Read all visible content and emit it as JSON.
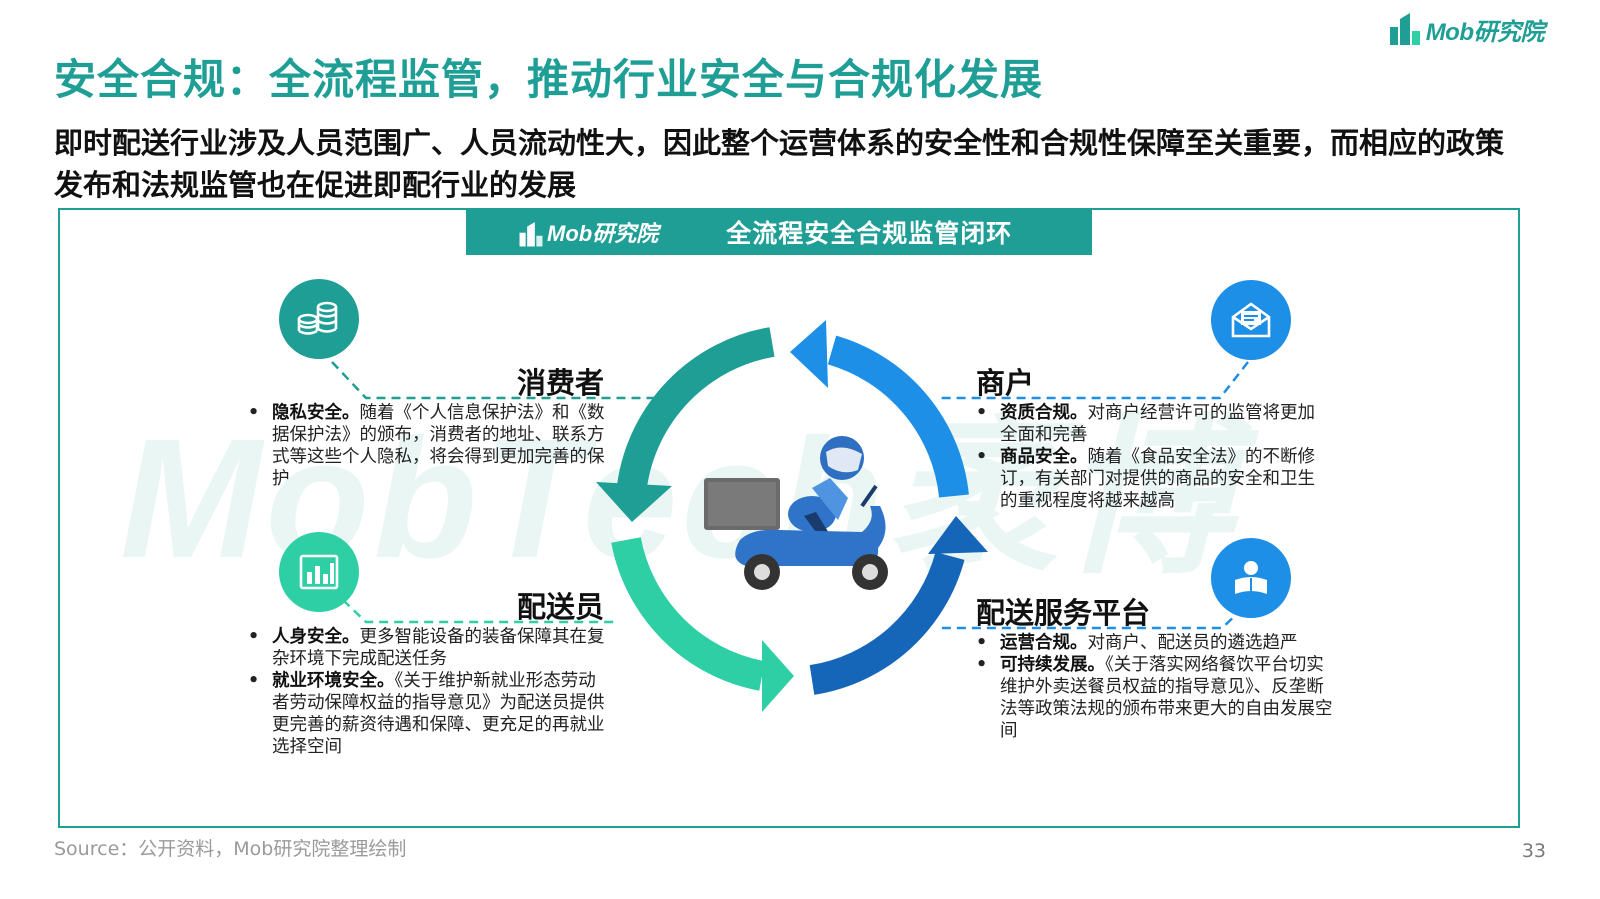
{
  "brand": {
    "logo_text": "Mob研究院",
    "accent": "#1f9e96"
  },
  "header": {
    "title": "安全合规：全流程监管，推动行业安全与合规化发展",
    "subtitle": "即时配送行业涉及人员范围广、人员流动性大，因此整个运营体系的安全性和合规性保障至关重要，而相应的政策发布和法规监管也在促进即配行业的发展"
  },
  "panel": {
    "logo_text": "Mob研究院",
    "title": "全流程安全合规监管闭环",
    "watermark": "MobTech袤博"
  },
  "sections": {
    "consumer": {
      "title": "消费者",
      "icon": "coins-icon",
      "items": [
        {
          "bold": "隐私安全。",
          "text": "随着《个人信息保护法》和《数据保护法》的颁布，消费者的地址、联系方式等这些个人隐私，将会得到更加完善的保护"
        }
      ]
    },
    "courier": {
      "title": "配送员",
      "icon": "bar-chart-icon",
      "items": [
        {
          "bold": "人身安全。",
          "text": "更多智能设备的装备保障其在复杂环境下完成配送任务"
        },
        {
          "bold": "就业环境安全。",
          "text": "《关于维护新就业形态劳动者劳动保障权益的指导意见》为配送员提供更完善的薪资待遇和保障、更充足的再就业选择空间"
        }
      ]
    },
    "merchant": {
      "title": "商户",
      "icon": "mail-icon",
      "items": [
        {
          "bold": "资质合规。",
          "text": "对商户经营许可的监管将更加全面和完善"
        },
        {
          "bold": "商品安全。",
          "text": "随着《食品安全法》的不断修订，有关部门对提供的商品的安全和卫生的重视程度将越来越高"
        }
      ]
    },
    "platform": {
      "title": "配送服务平台",
      "icon": "reader-icon",
      "items": [
        {
          "bold": "运营合规。",
          "text": "对商户、配送员的遴选趋严"
        },
        {
          "bold": "可持续发展。",
          "text": "《关于落实网络餐饮平台切实维护外卖送餐员权益的指导意见》、反垄断法等政策法规的颁布带来更大的自由发展空间"
        }
      ]
    }
  },
  "colors": {
    "teal": "#1f9e96",
    "green": "#2fcfa5",
    "blue": "#1e8fe6",
    "dark_blue": "#1565b8"
  },
  "footer": {
    "source": "Source：公开资料，Mob研究院整理绘制",
    "page": "33"
  }
}
